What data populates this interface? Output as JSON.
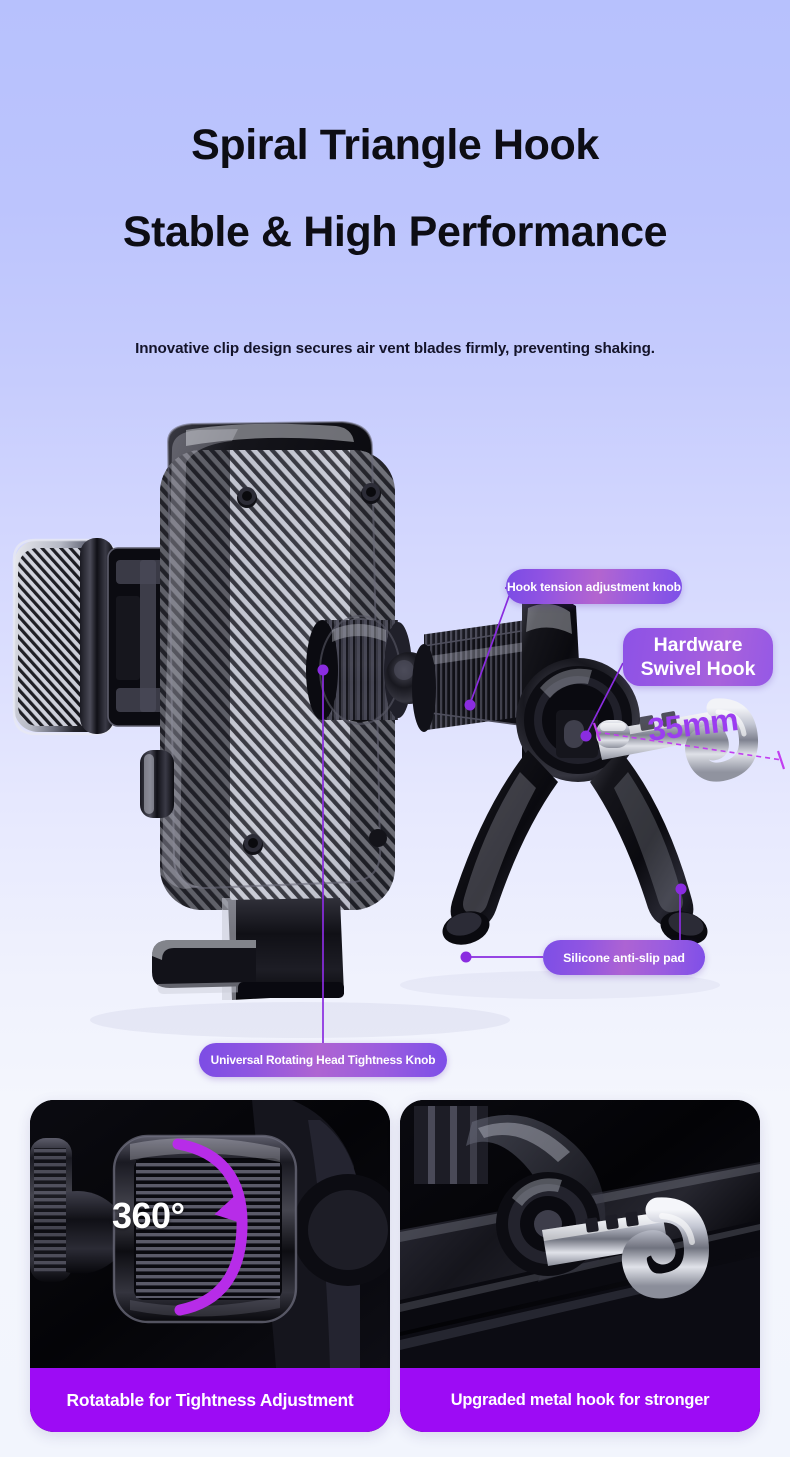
{
  "header": {
    "title_line1": "Spiral Triangle Hook",
    "title_line2": "Stable & High Performance",
    "subtitle": "Innovative clip design secures air vent blades firmly, preventing shaking."
  },
  "callouts": [
    {
      "id": "hook-tension",
      "label": "Hook tension adjustment knob"
    },
    {
      "id": "hardware-swivel-hook",
      "label_line1": "Hardware",
      "label_line2": "Swivel Hook"
    },
    {
      "id": "silicone-pad",
      "label": "Silicone anti-slip pad"
    },
    {
      "id": "universal-knob",
      "label": "Universal Rotating Head Tightness Knob"
    }
  ],
  "dimension": {
    "value": "35mm"
  },
  "cards": [
    {
      "id": "rotatable",
      "caption": "Rotatable for Tightness Adjustment",
      "overlay_badge": "360°"
    },
    {
      "id": "metal-hook",
      "caption": "Upgraded metal hook for stronger"
    }
  ],
  "colors": {
    "accent_purple": "#9d0bf5",
    "pill_purple": "#8d52e6",
    "pill_pink": "#ad63d3",
    "background_top": "#b7c1fd",
    "background_bottom": "#f2f5fd",
    "heading_text": "#0d0d14",
    "caption_text": "#ffffff"
  }
}
